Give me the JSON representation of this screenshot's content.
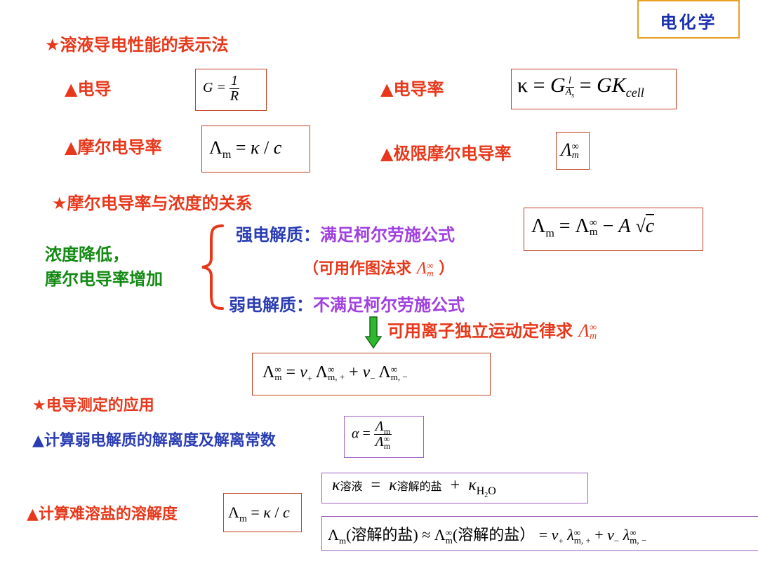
{
  "header": {
    "title": "电化学"
  },
  "section1": {
    "heading": "★溶液导电性能的表示法",
    "conductance": {
      "label": "▲电导"
    },
    "conductivity": {
      "label": "▲电导率"
    },
    "molar": {
      "label": "▲摩尔电导率"
    },
    "limiting": {
      "label": "▲极限摩尔电导率"
    }
  },
  "section2": {
    "heading": "★摩尔电导率与浓度的关系",
    "left_line1": "浓度降低，",
    "left_line2": "摩尔电导率增加",
    "strong_label": "强电解质：",
    "strong_text": "满足柯尔劳施公式",
    "paren_text_open": "（可用作图法求",
    "paren_close": "）",
    "weak_label": "弱电解质：",
    "weak_text": "不满足柯尔劳施公式",
    "ion_text": "可用离子独立运动定律求"
  },
  "section3": {
    "heading": "★电导测定的应用",
    "item1": "▲计算弱电解质的解离度及解离常数",
    "item2": "▲计算难溶盐的溶解度"
  },
  "formulas": {
    "sub_solution": "溶液",
    "sub_salt": "溶解的盐",
    "salt_paren": "(溶解的盐)",
    "salt_paren2": "(溶解的盐）"
  },
  "colors": {
    "red": "#e8381b",
    "green": "#148a14",
    "blue": "#2a3db3",
    "purple": "#a040e0",
    "header_border": "#e8a020"
  }
}
